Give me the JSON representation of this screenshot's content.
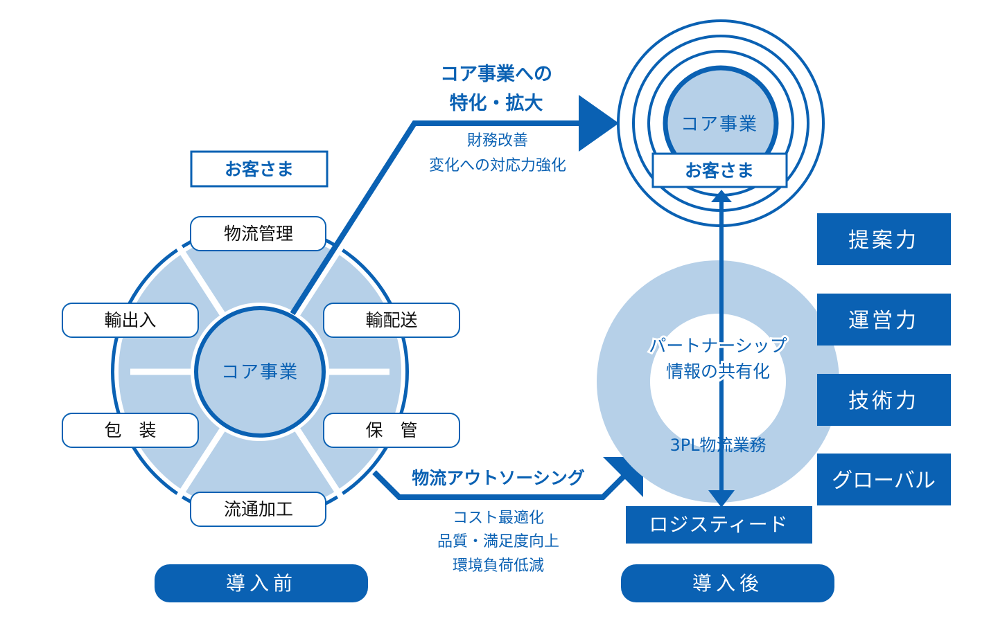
{
  "before": {
    "customer": "お客さま",
    "core": "コア事業",
    "segments": {
      "top": "物流管理",
      "right_upper": "輸配送",
      "right_lower": "保　管",
      "bottom": "流通加工",
      "left_lower": "包　装",
      "left_upper": "輸出入"
    },
    "label": "導入前"
  },
  "upper_arrow": {
    "title_line1": "コア事業への",
    "title_line2": "特化・拡大",
    "sub_line1": "財務改善",
    "sub_line2": "変化への対応力強化"
  },
  "lower_arrow": {
    "title": "物流アウトソーシング",
    "sub_line1": "コスト最適化",
    "sub_line2": "品質・満足度向上",
    "sub_line3": "環境負荷低減"
  },
  "after": {
    "core": "コア事業",
    "customer": "お客さま",
    "partnership_line1": "パートナーシップ",
    "partnership_line2": "情報の共有化",
    "service": "3PL物流業務",
    "provider": "ロジスティード",
    "strengths": [
      "提案力",
      "運営力",
      "技術力",
      "グローバル"
    ],
    "label": "導入後"
  },
  "colors": {
    "primary": "#0a61b3",
    "light": "#b6d0e8",
    "white": "#ffffff"
  }
}
